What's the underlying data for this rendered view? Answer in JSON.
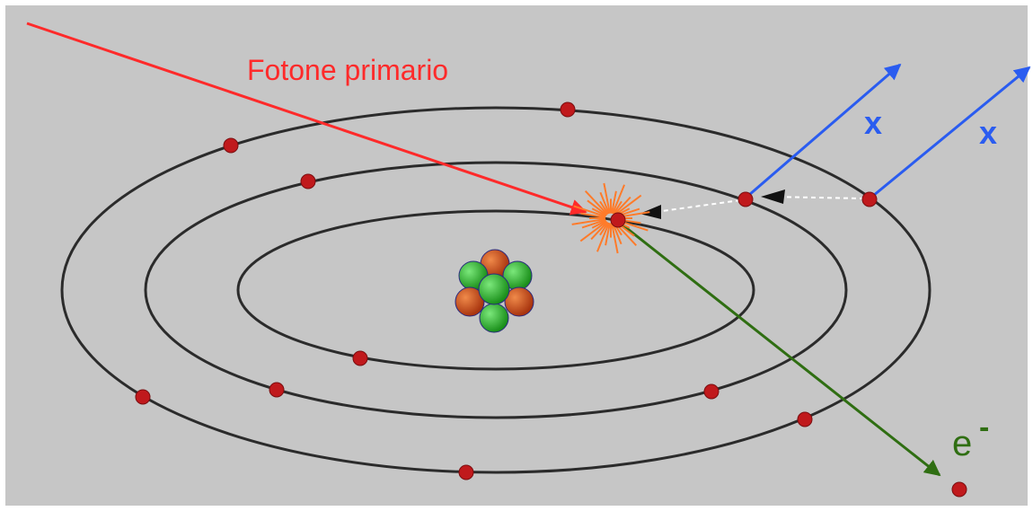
{
  "labels": {
    "primary_photon": "Fotone primario",
    "xray_1": "x",
    "xray_2": "x",
    "electron_symbol": "e",
    "electron_charge": "-"
  },
  "colors": {
    "background": "#c6c6c6",
    "frame": "#ffffff",
    "orbit": "#2b2b2b",
    "electron": "#c0191c",
    "photon": "#ff2a2a",
    "xray": "#2a5cf0",
    "photoelectron": "#2f6e12",
    "transition": "#ffffff",
    "burst": "#ff7b2a",
    "proton": "#c94a1a",
    "neutron": "#2fb52f"
  }
}
